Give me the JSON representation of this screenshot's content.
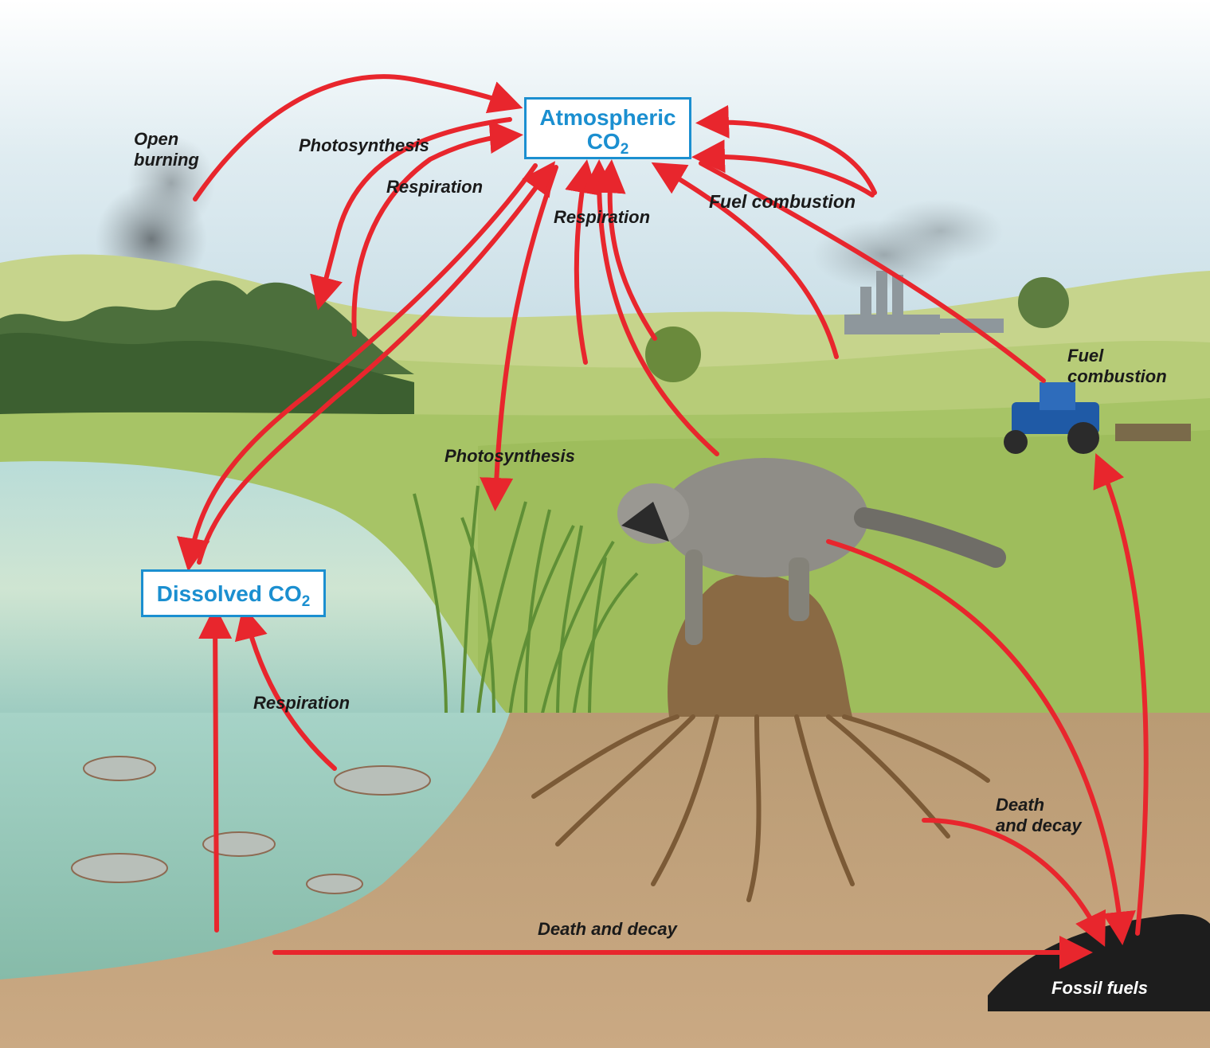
{
  "colors": {
    "arrow": "#e8262d",
    "box_border": "#1b8fd0",
    "box_text": "#1b8fd0",
    "sky": "#c9dfe8",
    "grass": "#a9c46a",
    "water": "#a8d2c6",
    "soil": "#b89870",
    "fossil": "#1d1d1d"
  },
  "boxes": {
    "atmospheric": {
      "line1": "Atmospheric",
      "base": "CO",
      "sub": "2"
    },
    "dissolved": {
      "base": "Dissolved CO",
      "sub": "2"
    }
  },
  "labels": {
    "open_burning": "Open\nburning",
    "photosynthesis_left": "Photosynthesis",
    "respiration_trees": "Respiration",
    "respiration_center": "Respiration",
    "fuel_combustion_factory": "Fuel combustion",
    "fuel_combustion_tractor": "Fuel\ncombustion",
    "photosynthesis_reeds": "Photosynthesis",
    "respiration_fish": "Respiration",
    "death_decay_right": "Death\nand decay",
    "death_decay_bottom": "Death and decay",
    "fossil_fuels": "Fossil fuels"
  }
}
